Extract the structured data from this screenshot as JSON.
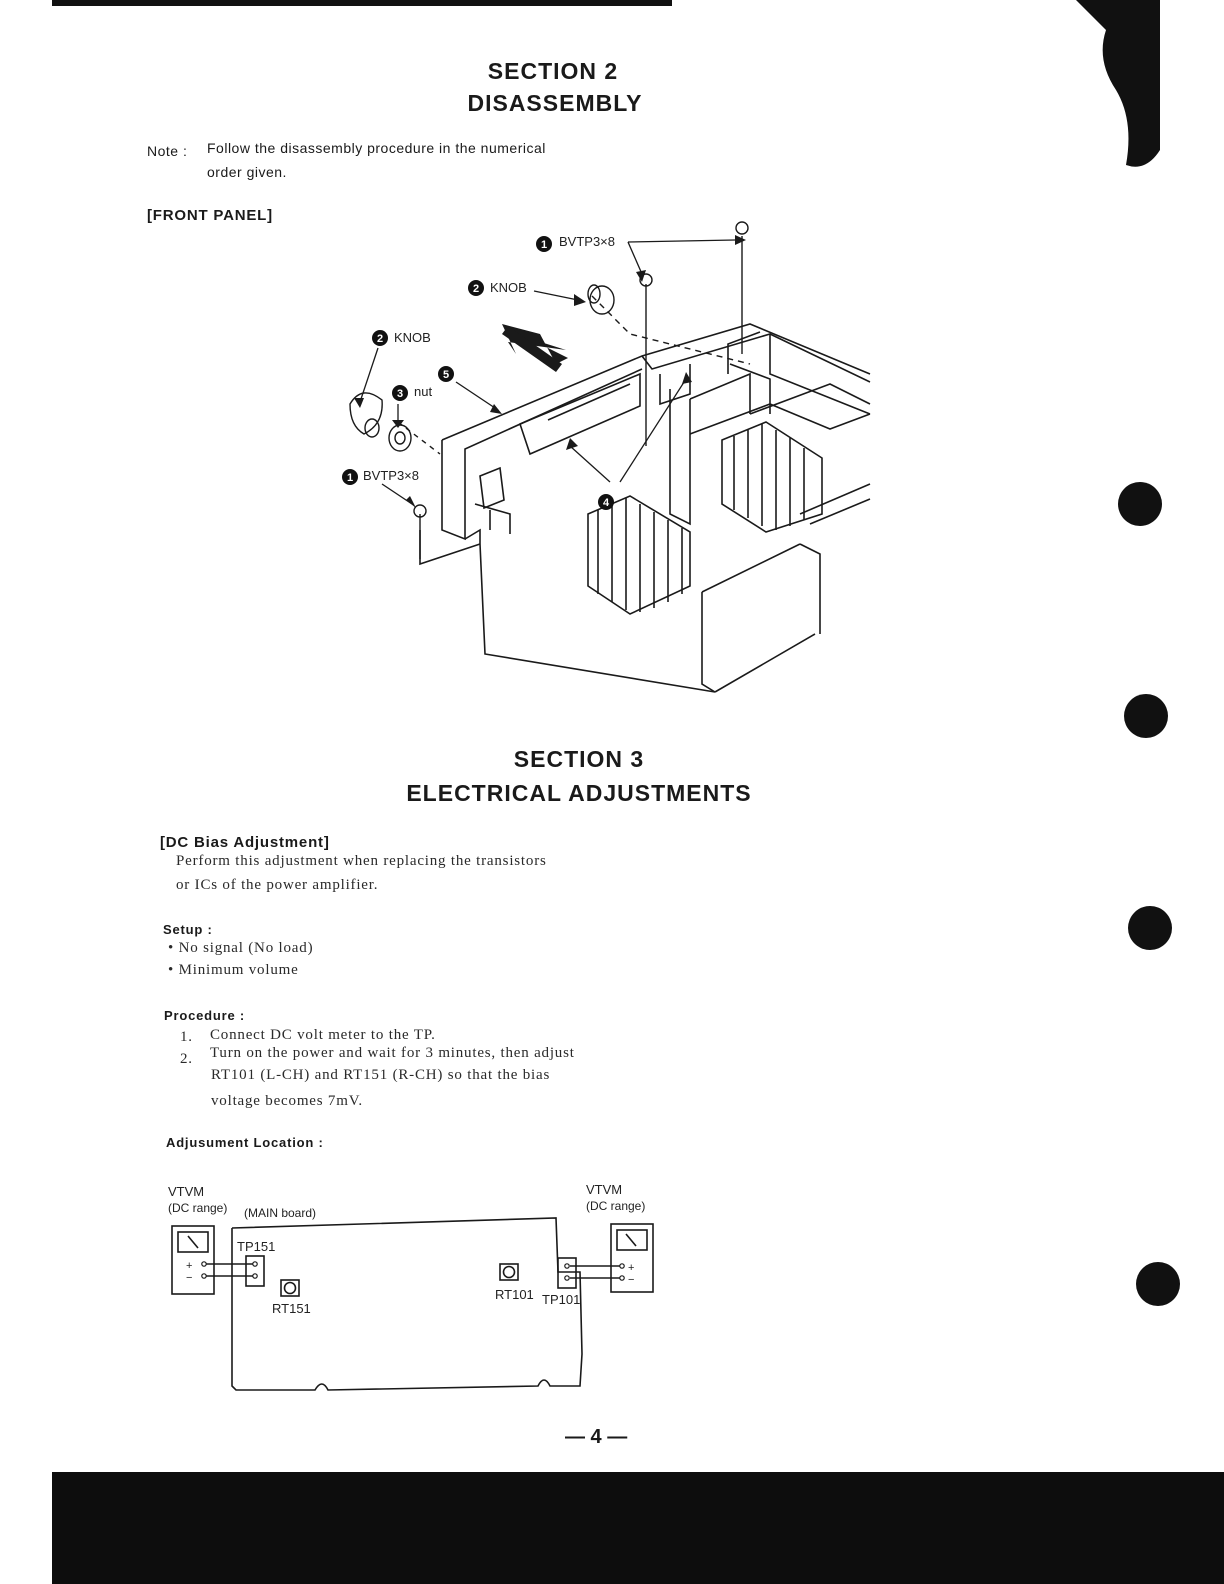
{
  "section2": {
    "heading_line1": "SECTION 2",
    "heading_line2": "DISASSEMBLY",
    "note_label": "Note :",
    "note_line1": "Follow the disassembly procedure in the numerical",
    "note_line2": "order given.",
    "subheading": "[FRONT PANEL]",
    "diagram": {
      "label_screw_top": "BVTP3×8",
      "label_knob_right": "KNOB",
      "label_knob_left": "KNOB",
      "label_nut": "nut",
      "label_screw_left": "BVTP3×8",
      "num1_a": "1",
      "num2_a": "2",
      "num2_b": "2",
      "num3": "3",
      "num4": "4",
      "num5": "5",
      "num1_b": "1"
    }
  },
  "section3": {
    "heading_line1": "SECTION 3",
    "heading_line2": "ELECTRICAL ADJUSTMENTS",
    "subheading": "[DC Bias Adjustment]",
    "intro_line1": "Perform this adjustment when replacing the transistors",
    "intro_line2": "or ICs of the power amplifier.",
    "setup_label": "Setup :",
    "setup_items": [
      "• No signal (No load)",
      "• Minimum volume"
    ],
    "procedure_label": "Procedure :",
    "steps": [
      {
        "num": "1.",
        "line1": "Connect DC volt meter to the TP.",
        "line2": "",
        "line3": ""
      },
      {
        "num": "2.",
        "line1": "Turn on the power and wait for 3 minutes, then adjust",
        "line2": "RT101 (L-CH) and RT151 (R-CH) so that the bias",
        "line3": "voltage becomes 7mV."
      }
    ],
    "location_label": "Adjusument Location :",
    "board": {
      "vtvm_left": "VTVM",
      "dc_range_left": "(DC range)",
      "main_board": "(MAIN board)",
      "vtvm_right": "VTVM",
      "dc_range_right": "(DC range)",
      "tp151": "TP151",
      "rt151": "RT151",
      "rt101": "RT101",
      "tp101": "TP101",
      "plus_left": "+",
      "minus_left": "−",
      "plus_right": "+",
      "minus_right": "−"
    }
  },
  "page_number": "— 4 —"
}
